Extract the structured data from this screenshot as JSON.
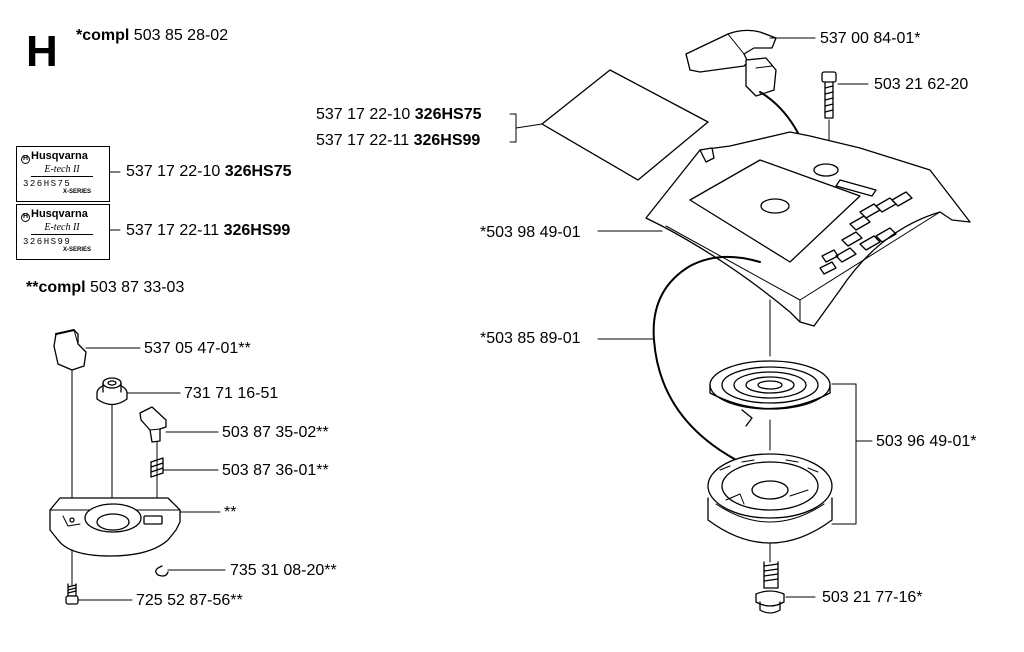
{
  "section_letter": "H",
  "compl_main": {
    "marker": "*compl",
    "number": "503 85 28-02"
  },
  "compl_sub": {
    "marker": "**compl",
    "number": "503 87 33-03"
  },
  "decal": {
    "brand": "Husqvarna",
    "subtitle": "E-tech II",
    "models": [
      "326HS75",
      "326HS99"
    ],
    "series_text": "X-SERIES"
  },
  "labels": {
    "starter_handle": "537 00 84-01*",
    "screw_top": "503 21 62-20",
    "sheet_label_1_num": "537 17 22-10",
    "sheet_label_1_model": "326HS75",
    "sheet_label_2_num": "537 17 22-11",
    "sheet_label_2_model": "326HS99",
    "decal1_num": "537 17 22-10",
    "decal1_model": "326HS75",
    "decal2_num": "537 17 22-11",
    "decal2_model": "326HS99",
    "starter_housing": "*503 98 49-01",
    "starter_cord": "*503 85 89-01",
    "pulley_spring": "503 96 49-01*",
    "screw_bottom": "503 21 77-16*",
    "pawl": "537 05 47-01**",
    "nut": "731 71 16-51",
    "lever": "503 87 35-02**",
    "spring_small": "503 87 36-01**",
    "bracket": "**",
    "circlip": "735 31 08-20**",
    "screw_small": "725 52 87-56**"
  }
}
